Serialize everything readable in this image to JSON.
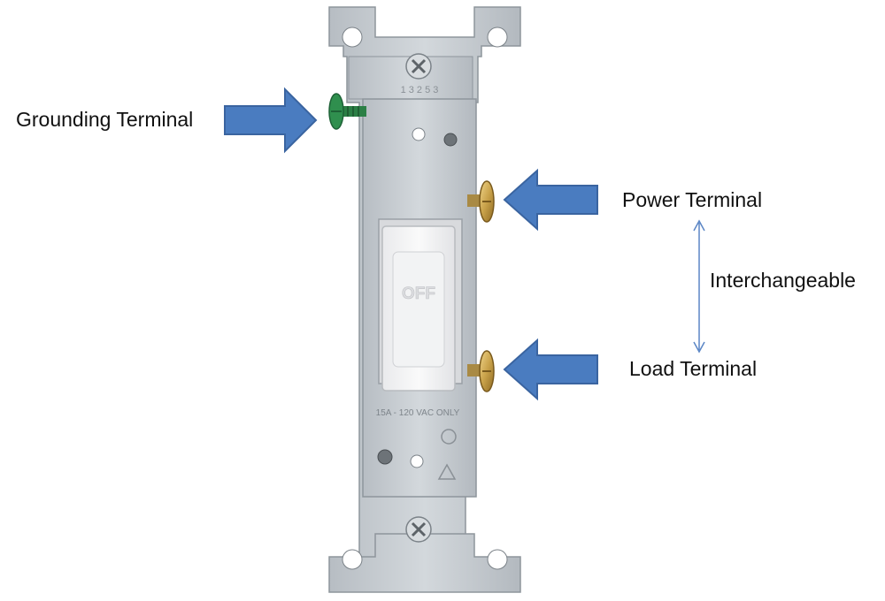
{
  "labels": {
    "grounding": "Grounding Terminal",
    "power": "Power Terminal",
    "interchangeable": "Interchangeable",
    "load": "Load Terminal"
  },
  "switch": {
    "toggle_text": "OFF",
    "rating_text": "15A - 120 VAC ONLY",
    "top_code": "1 3 2 5 3"
  },
  "colors": {
    "callout_arrow": "#4a7cc0",
    "callout_arrow_edge": "#3a64a0",
    "strap_metal": "#c9ced3",
    "ground_screw": "#2f8f4e",
    "brass_screw": "#c9a24a",
    "connector_line": "#5b86c5"
  }
}
